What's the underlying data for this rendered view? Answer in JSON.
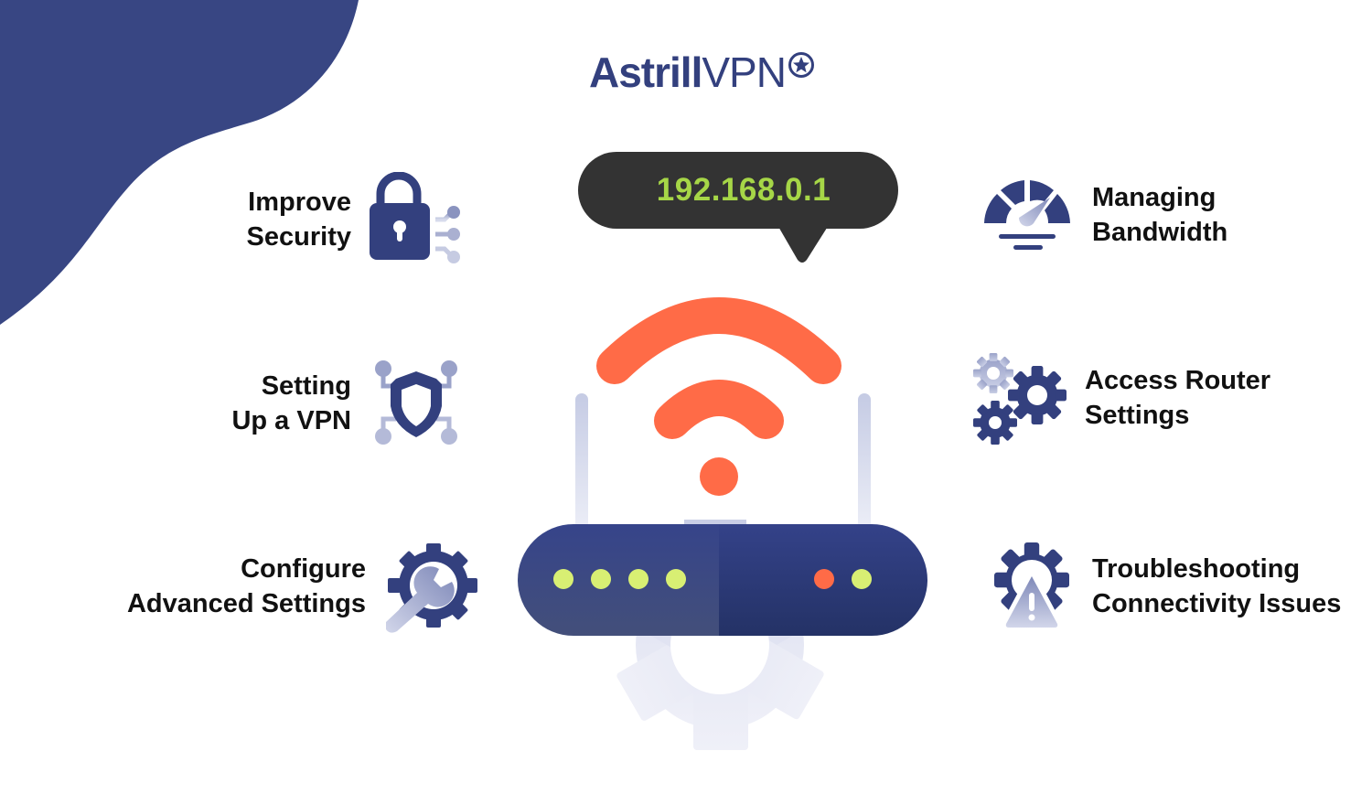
{
  "brand": {
    "name_bold": "Astrill",
    "name_light": "VPN",
    "logo_icon": "star-badge-icon",
    "color": "#33407e"
  },
  "callout": {
    "ip_address": "192.168.0.1",
    "text_color": "#a6d647",
    "bg_color": "#333333"
  },
  "colors": {
    "navy": "#33407e",
    "navy_dark": "#26326a",
    "lavender": "#e3e6f3",
    "orange": "#ff6b47",
    "led_green": "#d8ef73"
  },
  "features_left": [
    {
      "line1": "Improve",
      "line2": "Security",
      "icon": "padlock-network-icon"
    },
    {
      "line1": "Setting",
      "line2": "Up a VPN",
      "icon": "shield-network-icon"
    },
    {
      "line1": "Configure",
      "line2": "Advanced Settings",
      "icon": "gear-wrench-icon"
    }
  ],
  "features_right": [
    {
      "line1": "Managing",
      "line2": "Bandwidth",
      "icon": "speedometer-icon"
    },
    {
      "line1": "Access Router",
      "line2": "Settings",
      "icon": "gears-icon"
    },
    {
      "line1": "Troubleshooting",
      "line2": "Connectivity Issues",
      "icon": "gear-warning-icon"
    }
  ],
  "router": {
    "icon": "wifi-router-icon",
    "leds_left": [
      "green",
      "green",
      "green",
      "green"
    ],
    "leds_right": [
      "red",
      "green"
    ]
  }
}
